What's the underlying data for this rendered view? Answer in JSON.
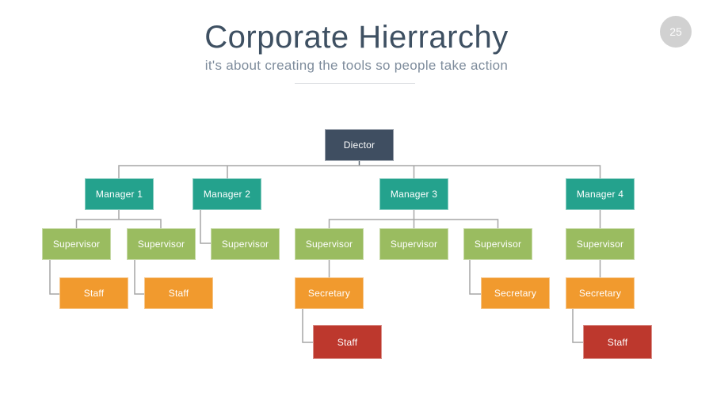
{
  "slide": {
    "title": "Corporate Hierrarchy",
    "subtitle": "it's about creating the tools so people take action",
    "page_number": "25"
  },
  "palette": {
    "director": "#3F4E61",
    "manager": "#24A28D",
    "supervisor": "#9ABC60",
    "orange": "#F19A2E",
    "red": "#BD382D",
    "connector": "#A6A6A6",
    "title_text": "#3E5062",
    "subtitle_text": "#7E8C9C",
    "page_badge_bg": "#D1D1D1",
    "divider": "#DCDFE2"
  },
  "org": {
    "nodes": [
      {
        "id": "director",
        "label": "Diector",
        "level": "director",
        "reports_to": null
      },
      {
        "id": "manager-1",
        "label": "Manager 1",
        "level": "manager",
        "reports_to": "director"
      },
      {
        "id": "manager-2",
        "label": "Manager 2",
        "level": "manager",
        "reports_to": "director"
      },
      {
        "id": "manager-3",
        "label": "Manager 3",
        "level": "manager",
        "reports_to": "director"
      },
      {
        "id": "manager-4",
        "label": "Manager 4",
        "level": "manager",
        "reports_to": "director"
      },
      {
        "id": "supervisor-1",
        "label": "Supervisor",
        "level": "supervisor",
        "reports_to": "manager-1"
      },
      {
        "id": "supervisor-2",
        "label": "Supervisor",
        "level": "supervisor",
        "reports_to": "manager-1"
      },
      {
        "id": "supervisor-3",
        "label": "Supervisor",
        "level": "supervisor",
        "reports_to": "manager-2"
      },
      {
        "id": "supervisor-4",
        "label": "Supervisor",
        "level": "supervisor",
        "reports_to": "manager-3"
      },
      {
        "id": "supervisor-5",
        "label": "Supervisor",
        "level": "supervisor",
        "reports_to": "manager-3"
      },
      {
        "id": "supervisor-6",
        "label": "Supervisor",
        "level": "supervisor",
        "reports_to": "manager-3"
      },
      {
        "id": "supervisor-7",
        "label": "Supervisor",
        "level": "supervisor",
        "reports_to": "manager-4"
      },
      {
        "id": "staff-1",
        "label": "Staff",
        "level": "staff-orange",
        "reports_to": "supervisor-1"
      },
      {
        "id": "staff-2",
        "label": "Staff",
        "level": "staff-orange",
        "reports_to": "supervisor-2"
      },
      {
        "id": "secretary-1",
        "label": "Secretary",
        "level": "secretary",
        "reports_to": "supervisor-4"
      },
      {
        "id": "secretary-2",
        "label": "Secretary",
        "level": "secretary",
        "reports_to": "supervisor-6"
      },
      {
        "id": "secretary-3",
        "label": "Secretary",
        "level": "secretary",
        "reports_to": "supervisor-7"
      },
      {
        "id": "staff-red-1",
        "label": "Staff",
        "level": "staff-red",
        "reports_to": "secretary-1"
      },
      {
        "id": "staff-red-2",
        "label": "Staff",
        "level": "staff-red",
        "reports_to": "secretary-3"
      }
    ]
  }
}
